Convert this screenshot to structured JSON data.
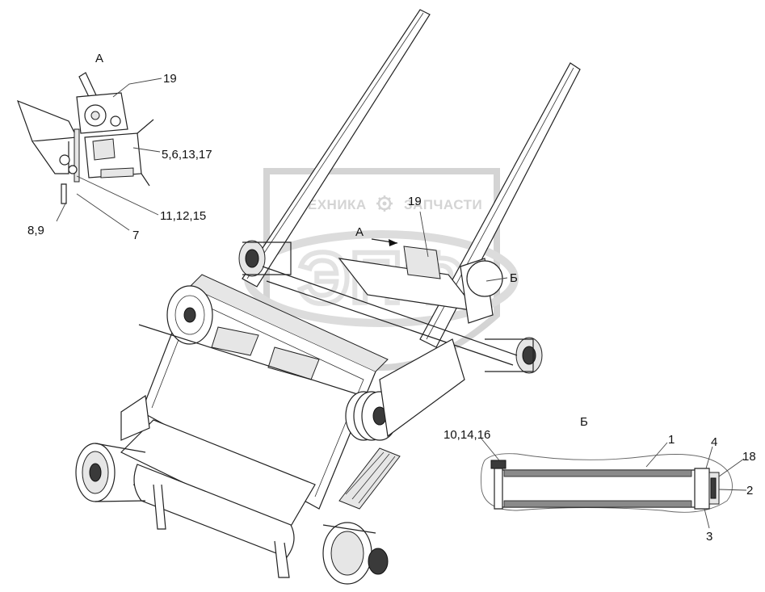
{
  "watermark": {
    "text_left": "ТЕХНИКА",
    "text_right": "ЗАПЧАСТИ",
    "logo": "ЭПФ",
    "gear_icon": "gear-icon",
    "color": "#d4d4d4"
  },
  "view_a": {
    "title": "А",
    "callouts": {
      "c19": "19",
      "c5_6_13_17": "5,6,13,17",
      "c11_12_15": "11,12,15",
      "c8_9": "8,9",
      "c7": "7"
    }
  },
  "view_b": {
    "title": "Б",
    "callouts": {
      "c10_14_16": "10,14,16",
      "c1": "1",
      "c4": "4",
      "c18": "18",
      "c2": "2",
      "c3": "3"
    }
  },
  "main": {
    "marker_a": "А",
    "marker_19": "19",
    "marker_b": "Б"
  }
}
